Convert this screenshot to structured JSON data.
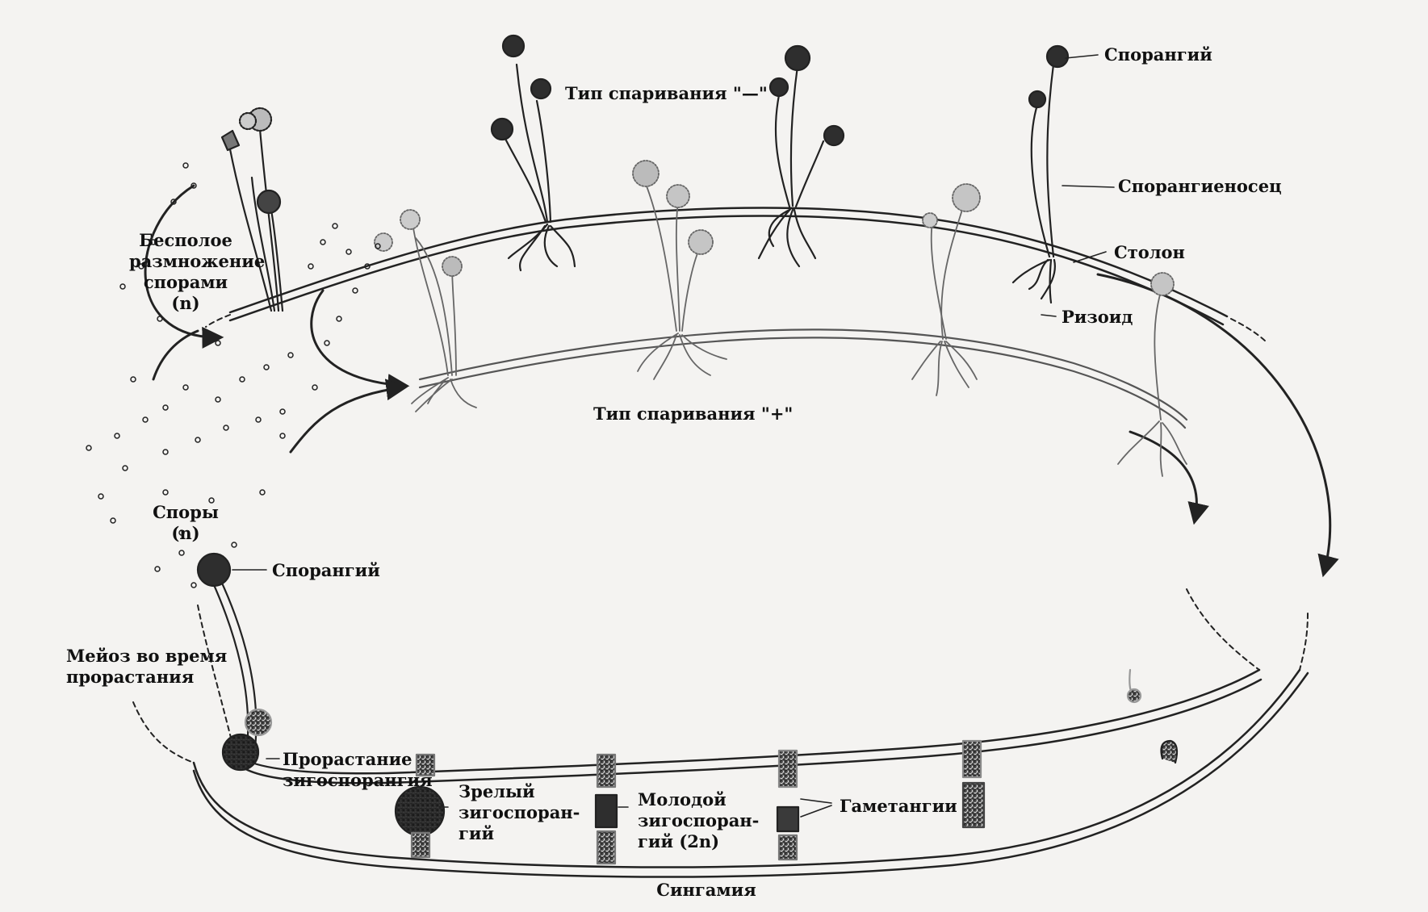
{
  "labels": {
    "asexual": "Бесполое\nразмножение\nспорами\n(n)",
    "mating_minus": "Тип спаривания \"—\"",
    "mating_plus": "Тип спаривания \"+\"",
    "sporangium_top": "Спорангий",
    "sporangiophore": "Спорангиеносец",
    "stolon": "Столон",
    "rhizoid": "Ризоид",
    "spores": "Споры\n(n)",
    "sporangium_bottom": "Спорангий",
    "meiosis": "Мейоз во время\nпрорастания",
    "germination": "Прорастание\nзигоспорангия",
    "mature": "Зрелый\nзигоспоран-\nгий",
    "young": "Молодой\nзигоспоран-\nгий (2n)",
    "gametangia": "Гаметангии",
    "syngamy": "Сингамия"
  },
  "colors": {
    "ink": "#222222",
    "minus_sporangium": "#2e2e2e",
    "plus_sporangium": "#b9b9b9",
    "zygosporangium": "#3a3a3a",
    "background": "#f4f3f1"
  }
}
